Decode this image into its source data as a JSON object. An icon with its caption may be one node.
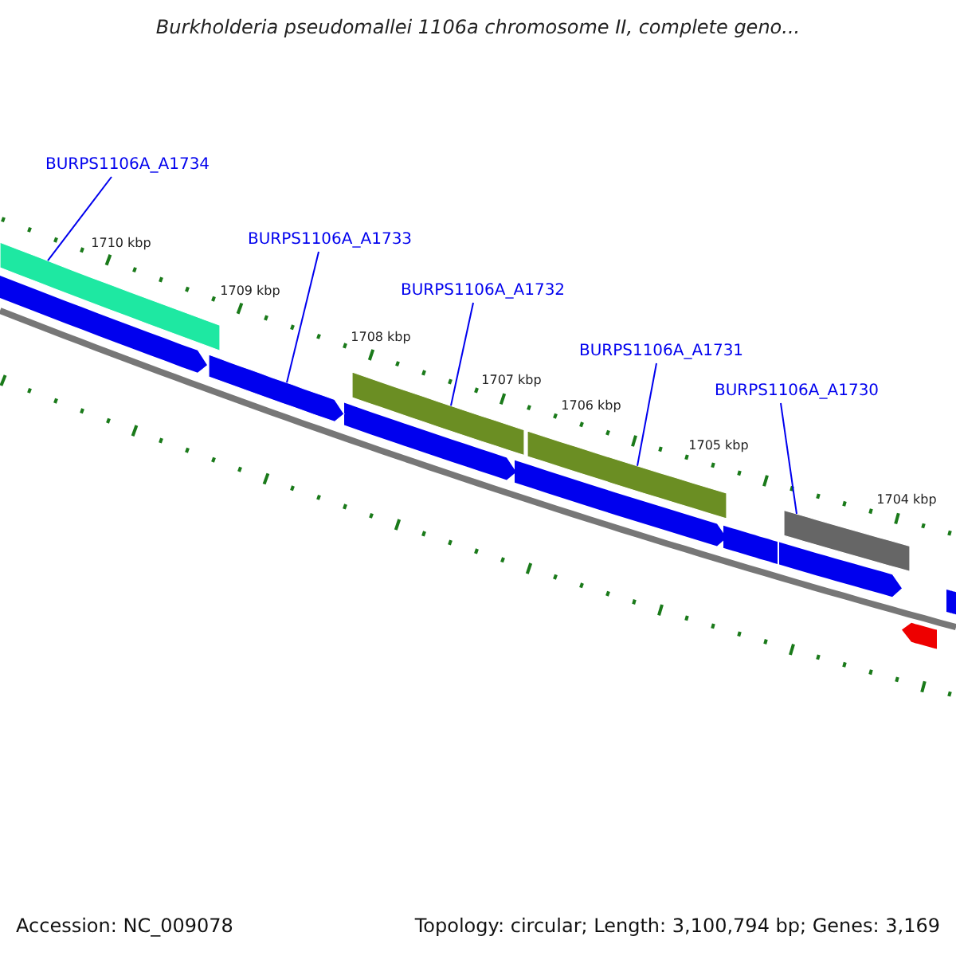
{
  "diagram": {
    "title": "Burkholderia pseudomallei 1106a chromosome II, complete geno...",
    "nodes": [
      {
        "text": [
          "BURPS1106A_A1734"
        ]
      },
      {
        "text": [
          "BURPS1106A_A1733"
        ]
      },
      {
        "text": [
          "BURPS1106A_A1732"
        ]
      },
      {
        "text": [
          "BURPS1106A_A1731"
        ]
      },
      {
        "text": [
          "BURPS1106A_A1730"
        ]
      },
      {
        "text": [],
        "shape": "bar"
      },
      {
        "text": [],
        "shape": "bar"
      },
      {
        "text": [],
        "shape": "bar"
      },
      {
        "text": [],
        "shape": "bar"
      },
      {
        "text": [],
        "shape": "bar"
      }
    ],
    "edges": [
      {
        "from": 0,
        "to": 5,
        "arrow": "none"
      },
      {
        "from": 1,
        "to": 6,
        "arrow": "none"
      },
      {
        "from": 2,
        "to": 7,
        "arrow": "none"
      },
      {
        "from": 3,
        "to": 8,
        "arrow": "none"
      },
      {
        "from": 4,
        "to": 9,
        "arrow": "none"
      }
    ],
    "labels": [
      "1710 kbp",
      "1709 kbp",
      "1708 kbp",
      "1707 kbp",
      "1706 kbp",
      "1705 kbp",
      "1704 kbp",
      "Accession: NC_009078",
      "Topology: circular; Length: 3,100,794 bp; Genes: 3,169"
    ]
  }
}
